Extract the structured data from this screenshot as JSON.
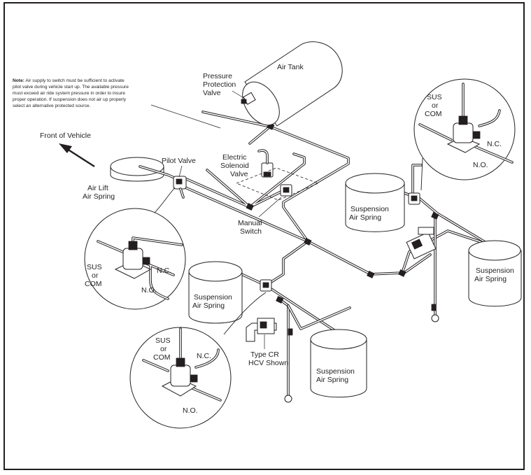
{
  "note": {
    "label": "Note:",
    "lines": [
      " Air supply to switch must be sufficient to activate",
      "pilot valve during vehicle start up. The available pressure",
      "must exceed air ride system pressure in order to insure",
      "proper operation. If suspension does not air up properly",
      "select an alternative protected source."
    ]
  },
  "labels": {
    "pressure_protection_valve": [
      "Pressure",
      "Protection",
      "Valve"
    ],
    "air_tank": "Air Tank",
    "front_of_vehicle": "Front of Vehicle",
    "pilot_valve": "Pilot Valve",
    "electric_solenoid_valve": [
      "Electric",
      "Solenoid",
      "Valve"
    ],
    "air_lift_air_spring": [
      "Air Lift",
      "Air Spring"
    ],
    "manual_switch": [
      "Manual",
      "Switch"
    ],
    "suspension_air_spring": [
      "Suspension",
      "Air Spring"
    ],
    "type_cr_hcv": [
      "Type CR",
      "HCV Shown"
    ],
    "sus_or_com": [
      "SUS",
      "or",
      "COM"
    ],
    "nc": "N.C.",
    "no": "N.O."
  }
}
